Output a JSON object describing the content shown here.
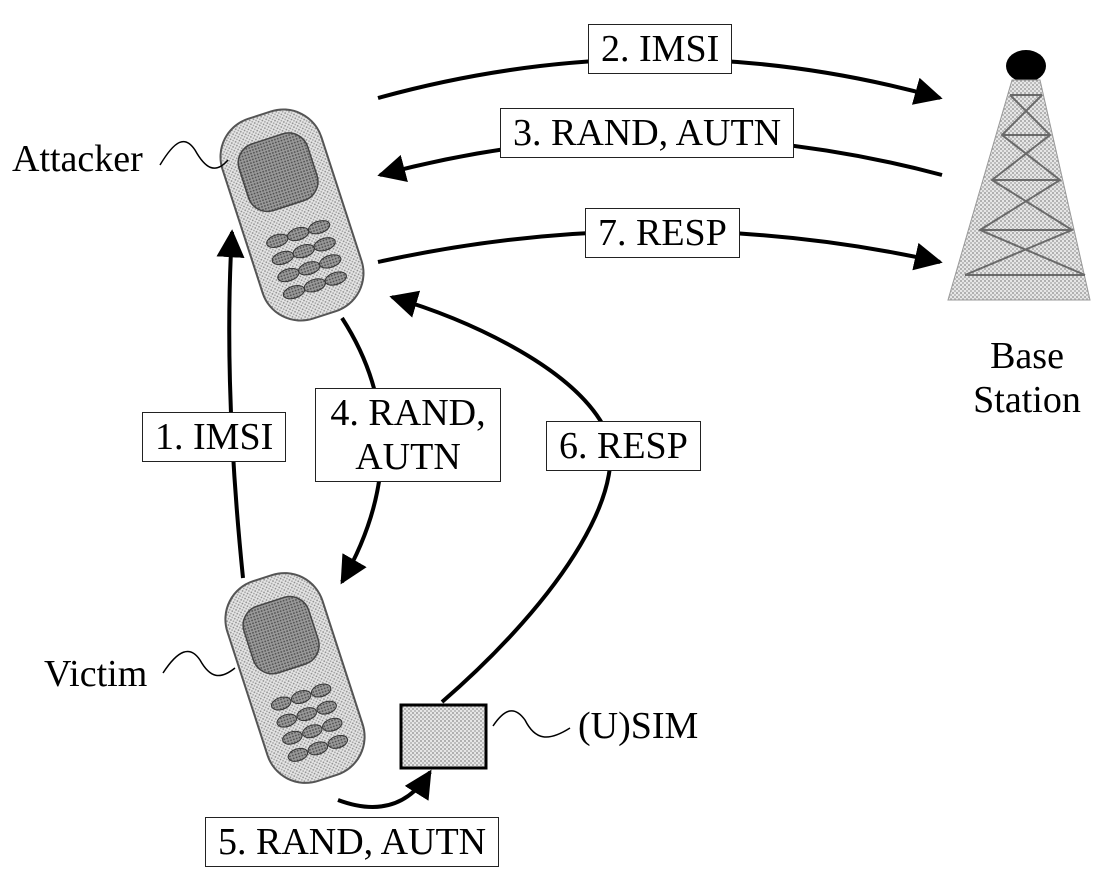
{
  "nodes": {
    "attacker": {
      "label": "Attacker",
      "icon": "mobile-phone-icon"
    },
    "victim": {
      "label": "Victim",
      "icon": "mobile-phone-icon"
    },
    "usim": {
      "label": "(U)SIM",
      "icon": "sim-card-icon"
    },
    "base_station": {
      "label_line1": "Base",
      "label_line2": "Station",
      "icon": "cell-tower-icon"
    }
  },
  "messages": [
    {
      "step": "1. IMSI"
    },
    {
      "step": "2. IMSI"
    },
    {
      "step": "3. RAND, AUTN"
    },
    {
      "step_line1": "4. RAND,",
      "step_line2": "AUTN"
    },
    {
      "step": "5. RAND, AUTN"
    },
    {
      "step": "6. RESP"
    },
    {
      "step": "7. RESP"
    }
  ],
  "colors": {
    "line": "#000000",
    "phone_fill": "#b8b8b8",
    "sim_fill": "#d6d6d6",
    "tower_fill": "#c8c8c8"
  }
}
